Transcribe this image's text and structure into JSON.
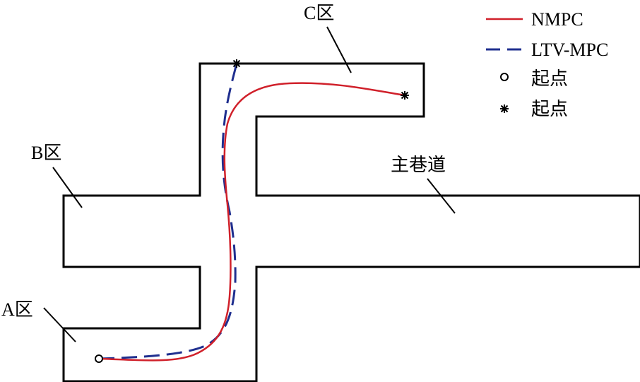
{
  "labels": {
    "zone_a": "A区",
    "zone_b": "B区",
    "zone_c": "C区",
    "main_tunnel": "主巷道"
  },
  "legend": {
    "items": [
      {
        "label": "NMPC",
        "marker": "solid-line",
        "color": "#d0202a"
      },
      {
        "label": "LTV-MPC",
        "marker": "dashed-line",
        "color": "#1f2f8f"
      },
      {
        "label": "起点",
        "marker": "circle",
        "color": "#000000"
      },
      {
        "label": "起点",
        "marker": "star",
        "color": "#000000"
      }
    ]
  },
  "colors": {
    "nmpc": "#d0202a",
    "ltv_mpc": "#1f2f8f",
    "outline": "#000000"
  }
}
